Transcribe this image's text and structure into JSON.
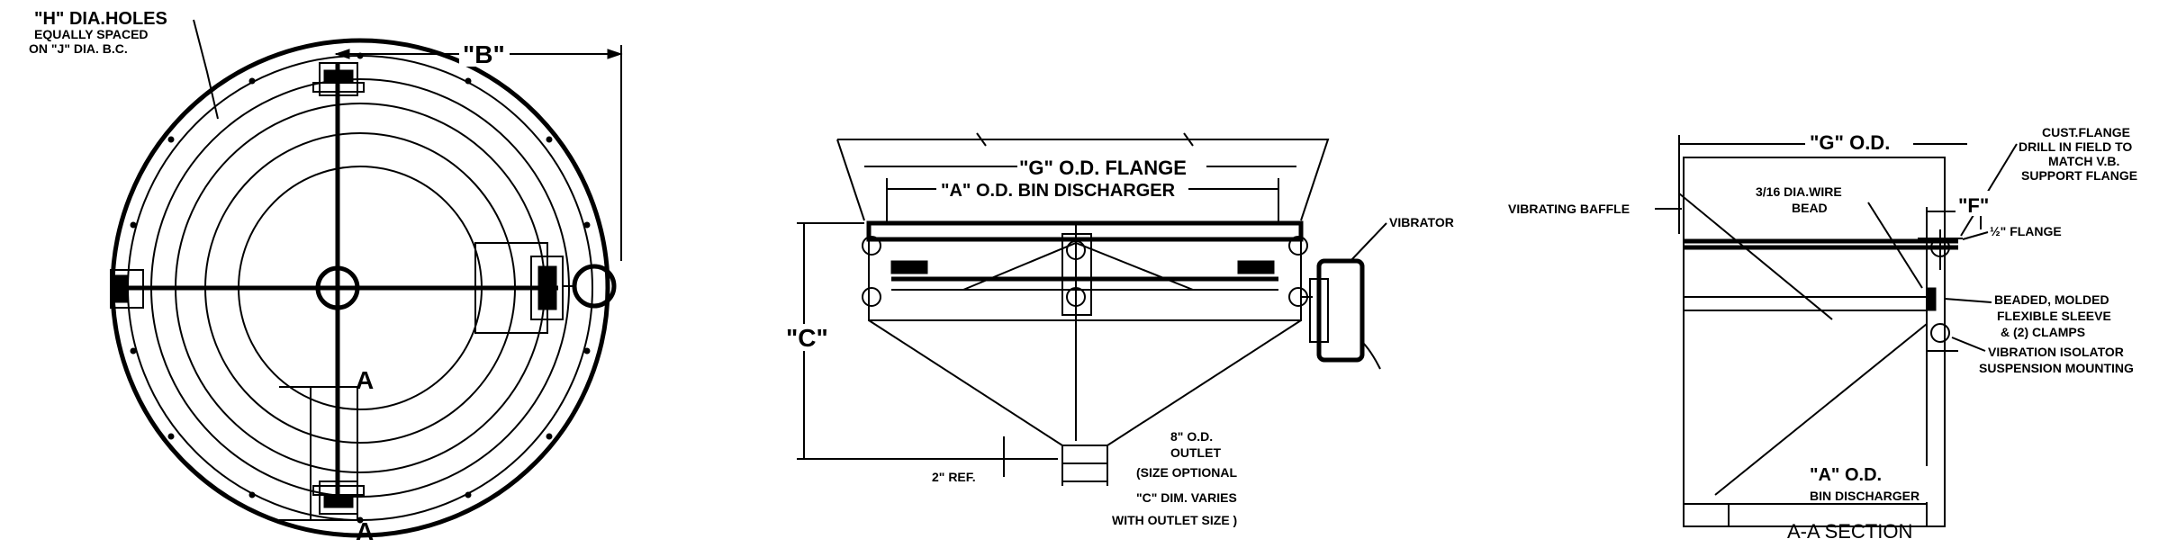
{
  "top_view": {
    "h_callout": {
      "line1": "\"H\" DIA.HOLES",
      "line2": "EQUALLY SPACED",
      "line3": "ON \"J\" DIA. B.C."
    },
    "dim_b": "\"B\"",
    "section_mark_top": "A",
    "section_mark_bottom": "A"
  },
  "side_view": {
    "dim_g": "\"G\" O.D. FLANGE",
    "dim_a": "\"A\" O.D. BIN DISCHARGER",
    "dim_c": "\"C\"",
    "vibrator": "VIBRATOR",
    "ref": "2\" REF.",
    "outlet": {
      "line1": "8\" O.D.",
      "line2": "OUTLET",
      "line3": "(SIZE OPTIONAL",
      "line4": "\"C\" DIM. VARIES",
      "line5": "WITH OUTLET SIZE )"
    }
  },
  "section_view": {
    "dim_g": "\"G\" O.D.",
    "cust_flange": {
      "line1": "CUST.FLANGE",
      "line2": "DRILL IN FIELD TO",
      "line3": "MATCH V.B.",
      "line4": "SUPPORT FLANGE"
    },
    "dim_f": "\"F\"",
    "half_flange": "½\" FLANGE",
    "baffle": "VIBRATING BAFFLE",
    "wire_bead": {
      "line1": "3/16 DIA.WIRE",
      "line2": "BEAD"
    },
    "sleeve": {
      "line1": "BEADED, MOLDED",
      "line2": "FLEXIBLE SLEEVE",
      "line3": "& (2) CLAMPS"
    },
    "isolator": {
      "line1": "VIBRATION ISOLATOR",
      "line2": "SUSPENSION MOUNTING"
    },
    "dim_a": {
      "line1": "\"A\" O.D.",
      "line2": "BIN DISCHARGER"
    },
    "title": "A-A SECTION"
  }
}
